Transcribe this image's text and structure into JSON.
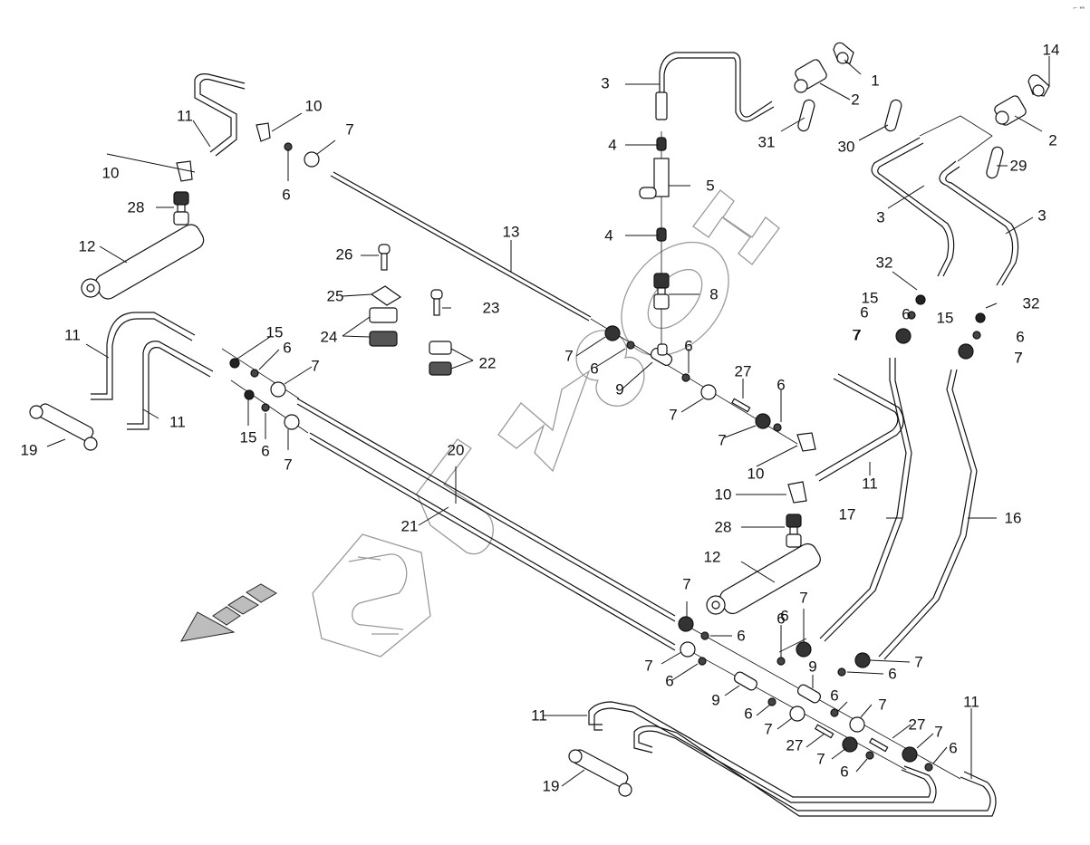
{
  "diagram": {
    "title": "Hydraulic lines exploded parts diagram",
    "watermark_text": "БИЗОН",
    "direction_arrow": "travel-direction-arrow",
    "colors": {
      "line": "#111111",
      "watermark": "#9a9a9a",
      "background": "#ffffff",
      "arrow_fill": "#bdbdbd"
    },
    "corner_mark": "⌐ ▪▪"
  },
  "callouts": [
    {
      "id": "c1",
      "text": "1"
    },
    {
      "id": "c2a",
      "text": "2"
    },
    {
      "id": "c2b",
      "text": "2"
    },
    {
      "id": "c3a",
      "text": "3"
    },
    {
      "id": "c3b",
      "text": "3"
    },
    {
      "id": "c3c",
      "text": "3"
    },
    {
      "id": "c4a",
      "text": "4"
    },
    {
      "id": "c4b",
      "text": "4"
    },
    {
      "id": "c5",
      "text": "5"
    },
    {
      "id": "c6a",
      "text": "6"
    },
    {
      "id": "c6b",
      "text": "6"
    },
    {
      "id": "c6c",
      "text": "6"
    },
    {
      "id": "c6d",
      "text": "6"
    },
    {
      "id": "c6e",
      "text": "6"
    },
    {
      "id": "c6f",
      "text": "6"
    },
    {
      "id": "c6g",
      "text": "6"
    },
    {
      "id": "c6h",
      "text": "6"
    },
    {
      "id": "c6i",
      "text": "6"
    },
    {
      "id": "c6j",
      "text": "6"
    },
    {
      "id": "c6k",
      "text": "6"
    },
    {
      "id": "c6l",
      "text": "6"
    },
    {
      "id": "c6m",
      "text": "6"
    },
    {
      "id": "c6n",
      "text": "6"
    },
    {
      "id": "c6o",
      "text": "6"
    },
    {
      "id": "c6p",
      "text": "6"
    },
    {
      "id": "c6q",
      "text": "6"
    },
    {
      "id": "c6r",
      "text": "6"
    },
    {
      "id": "c7a",
      "text": "7"
    },
    {
      "id": "c7b",
      "text": "7"
    },
    {
      "id": "c7c",
      "text": "7"
    },
    {
      "id": "c7d",
      "text": "7"
    },
    {
      "id": "c7e",
      "text": "7"
    },
    {
      "id": "c7f",
      "text": "7"
    },
    {
      "id": "c7g",
      "text": "7"
    },
    {
      "id": "c7h",
      "text": "7"
    },
    {
      "id": "c7i",
      "text": "7"
    },
    {
      "id": "c7j",
      "text": "7"
    },
    {
      "id": "c7k",
      "text": "7"
    },
    {
      "id": "c7l",
      "text": "7"
    },
    {
      "id": "c7m",
      "text": "7"
    },
    {
      "id": "c7n",
      "text": "7"
    },
    {
      "id": "c7o",
      "text": "7"
    },
    {
      "id": "c7p",
      "text": "7"
    },
    {
      "id": "c7q",
      "text": "7"
    },
    {
      "id": "c7r",
      "text": "7"
    },
    {
      "id": "c8",
      "text": "8"
    },
    {
      "id": "c9a",
      "text": "9"
    },
    {
      "id": "c9b",
      "text": "9"
    },
    {
      "id": "c9c",
      "text": "9"
    },
    {
      "id": "c10a",
      "text": "10"
    },
    {
      "id": "c10b",
      "text": "10"
    },
    {
      "id": "c10c",
      "text": "10"
    },
    {
      "id": "c10d",
      "text": "10"
    },
    {
      "id": "c11a",
      "text": "11"
    },
    {
      "id": "c11b",
      "text": "11"
    },
    {
      "id": "c11c",
      "text": "11"
    },
    {
      "id": "c11d",
      "text": "11"
    },
    {
      "id": "c11e",
      "text": "11"
    },
    {
      "id": "c11f",
      "text": "11"
    },
    {
      "id": "c12a",
      "text": "12"
    },
    {
      "id": "c12b",
      "text": "12"
    },
    {
      "id": "c13",
      "text": "13"
    },
    {
      "id": "c14",
      "text": "14"
    },
    {
      "id": "c15a",
      "text": "15"
    },
    {
      "id": "c15b",
      "text": "15"
    },
    {
      "id": "c15c",
      "text": "15"
    },
    {
      "id": "c15d",
      "text": "15"
    },
    {
      "id": "c16",
      "text": "16"
    },
    {
      "id": "c17",
      "text": "17"
    },
    {
      "id": "c19a",
      "text": "19"
    },
    {
      "id": "c19b",
      "text": "19"
    },
    {
      "id": "c20",
      "text": "20"
    },
    {
      "id": "c21",
      "text": "21"
    },
    {
      "id": "c22",
      "text": "22"
    },
    {
      "id": "c23",
      "text": "23"
    },
    {
      "id": "c24",
      "text": "24"
    },
    {
      "id": "c25",
      "text": "25"
    },
    {
      "id": "c26",
      "text": "26"
    },
    {
      "id": "c27a",
      "text": "27"
    },
    {
      "id": "c27b",
      "text": "27"
    },
    {
      "id": "c27c",
      "text": "27"
    },
    {
      "id": "c28a",
      "text": "28"
    },
    {
      "id": "c28b",
      "text": "28"
    },
    {
      "id": "c29",
      "text": "29"
    },
    {
      "id": "c30",
      "text": "30"
    },
    {
      "id": "c31",
      "text": "31"
    },
    {
      "id": "c32a",
      "text": "32"
    },
    {
      "id": "c32b",
      "text": "32"
    }
  ]
}
